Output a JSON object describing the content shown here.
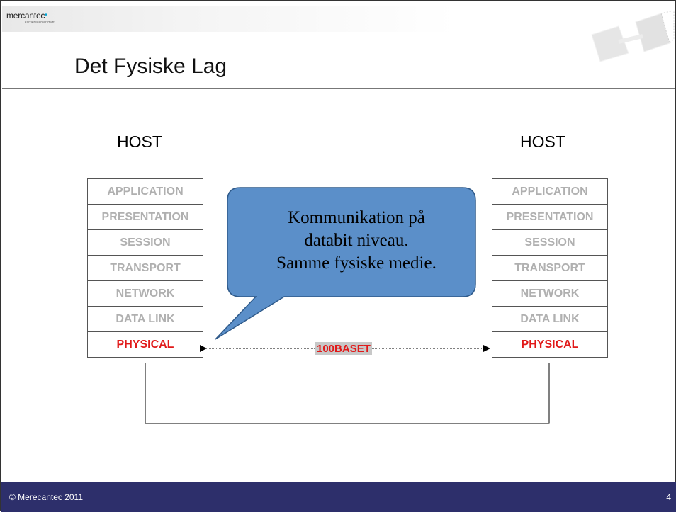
{
  "header": {
    "logo_text": "mercantec",
    "logo_subtitle": "karrierecenter midt",
    "title": "Det Fysiske Lag"
  },
  "hosts": [
    {
      "label": "HOST",
      "layers": [
        "APPLICATION",
        "PRESENTATION",
        "SESSION",
        "TRANSPORT",
        "NETWORK",
        "DATA LINK",
        "PHYSICAL"
      ]
    },
    {
      "label": "HOST",
      "layers": [
        "APPLICATION",
        "PRESENTATION",
        "SESSION",
        "TRANSPORT",
        "NETWORK",
        "DATA LINK",
        "PHYSICAL"
      ]
    }
  ],
  "active_layer": "PHYSICAL",
  "callout": {
    "lines": [
      "Kommunikation på",
      "databit niveau.",
      "Samme fysiske medie."
    ]
  },
  "link": {
    "label": "100BASET"
  },
  "footer": {
    "copyright": "© Merecantec 2011",
    "page_number": "4"
  },
  "colors": {
    "active_layer": "#e11919",
    "inactive_layer": "#b0b0b0",
    "callout_fill": "#5b8fc9",
    "footer_bg": "#2d2f6b"
  }
}
